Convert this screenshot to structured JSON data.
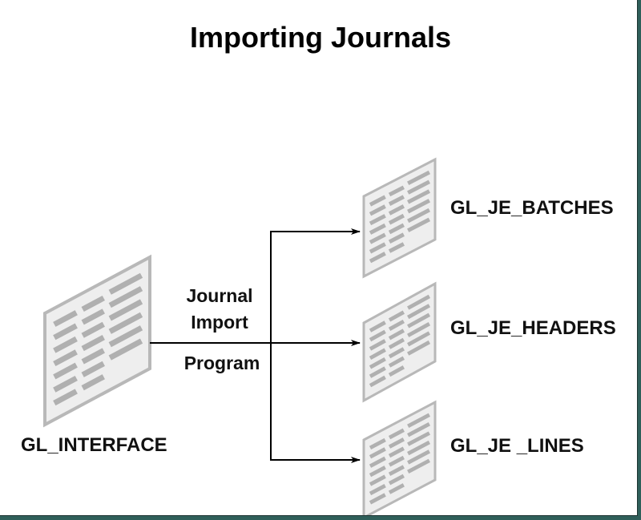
{
  "title": "Importing Journals",
  "source_table": {
    "label": "GL_INTERFACE",
    "icon": "table-icon"
  },
  "process": {
    "lines": [
      "Journal",
      "Import",
      "Program"
    ]
  },
  "target_tables": [
    {
      "label": "GL_JE_BATCHES",
      "icon": "table-icon"
    },
    {
      "label": "GL_JE_HEADERS",
      "icon": "table-icon"
    },
    {
      "label": "GL_JE _LINES",
      "icon": "table-icon"
    }
  ],
  "colors": {
    "icon_fill": "#eeeeee",
    "icon_stroke": "#b8b8b8",
    "icon_rows": "#b0b0b0",
    "arrow": "#000000",
    "frame": "#2f5f5a"
  }
}
